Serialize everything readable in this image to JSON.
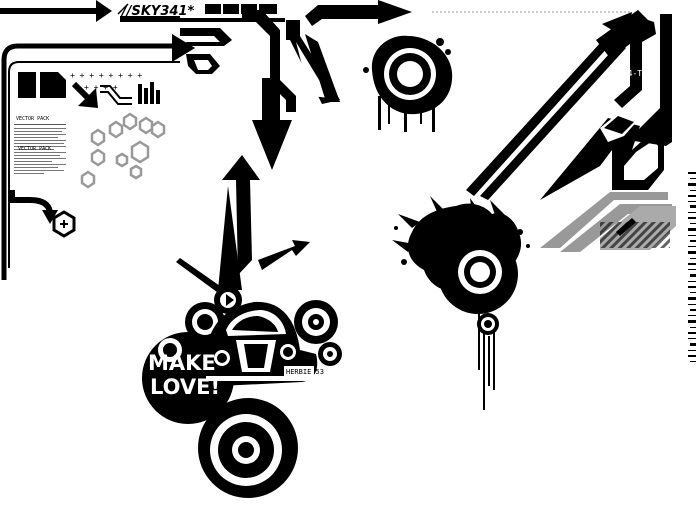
{
  "header": {
    "title": "//SKY341*"
  },
  "text_block": {
    "heading_1": "VECTOR PACK",
    "heading_2": "VECTOR PACK"
  },
  "side_tag": "004-T",
  "car": {
    "plate": "HERBIE 53"
  },
  "slogan": {
    "line_1": "MAKE",
    "line_2": "LOVE!"
  },
  "colors": {
    "ink": "#000000",
    "gray": "#999999",
    "paper": "#ffffff"
  }
}
